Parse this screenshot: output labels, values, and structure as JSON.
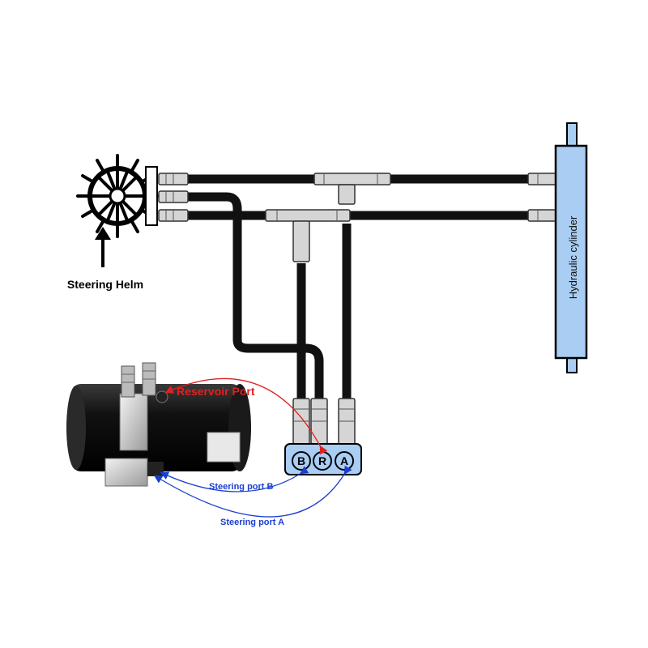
{
  "labels": {
    "helm": "Steering Helm",
    "cylinder": "Hydraulic cylinder",
    "reservoir_port": "Reservoir Port",
    "steering_port_b": "Steering port B",
    "steering_port_a": "Steering port A"
  },
  "manifold_ports": [
    "B",
    "R",
    "A"
  ],
  "colors": {
    "hose": "#111111",
    "cylinder_fill": "#a9cdf3",
    "manifold_fill": "#a9cdf3",
    "reservoir_arrow": "#e02020",
    "steering_arrow": "#1a3fd0",
    "fitting": "#cfcfcf"
  }
}
